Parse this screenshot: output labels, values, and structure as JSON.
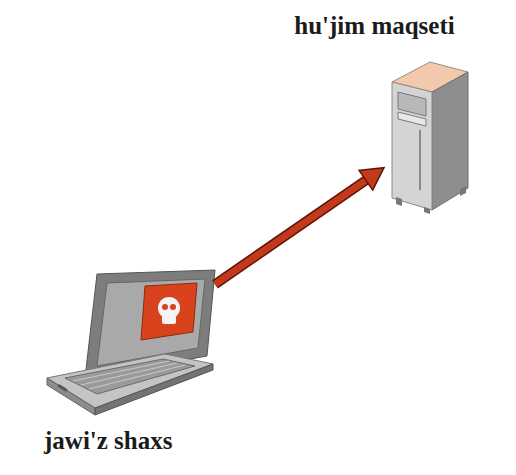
{
  "diagram": {
    "nodes": [
      {
        "text": [
          "hu'jim maqseti"
        ]
      },
      {
        "text": [
          "jawi'z shaxs"
        ]
      }
    ],
    "edges": [
      {
        "from": 1,
        "to": 0,
        "arrow": "to"
      }
    ]
  }
}
